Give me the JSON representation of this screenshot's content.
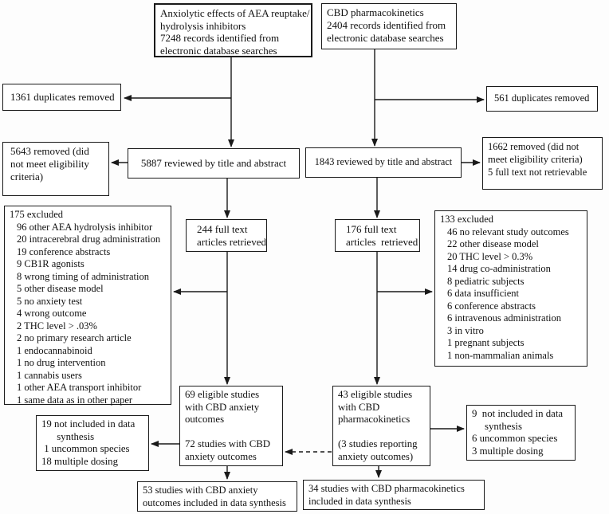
{
  "nodes": {
    "aea_source": {
      "lines": [
        "Anxiolytic effects of AEA reuptake/",
        "hydrolysis inhibitors",
        "7248 records identified from",
        "electronic database searches"
      ]
    },
    "cbd_source": {
      "lines": [
        "CBD pharmacokinetics",
        "2404 records identified from",
        "electronic database searches"
      ]
    },
    "duplicates_left": {
      "lines": [
        "1361 duplicates removed"
      ]
    },
    "duplicates_right": {
      "lines": [
        "561 duplicates removed"
      ]
    },
    "removed_left": {
      "lines": [
        "5643 removed (did",
        "not meet eligibility",
        "criteria)"
      ]
    },
    "reviewed_left": {
      "lines": [
        "5887 reviewed by title and abstract"
      ]
    },
    "reviewed_right": {
      "lines": [
        "1843 reviewed by title and abstract"
      ]
    },
    "removed_right": {
      "lines": [
        "1662 removed (did not",
        "meet eligibility criteria)",
        "5 full text not retrievable"
      ]
    },
    "excluded_left": {
      "title": "175 excluded",
      "items": [
        "96 other AEA hydrolysis inhibitor",
        "20 intracerebral drug administration",
        "19 conference abstracts",
        "9 CB1R agonists",
        "8 wrong timing of administration",
        "5 other disease model",
        "5 no anxiety test",
        "4 wrong outcome",
        "2 THC level > .03%",
        "2 no primary research article",
        "1 endocannabinoid",
        "1 no drug intervention",
        "1 cannabis users",
        "1 other AEA transport inhibitor",
        "1 same data as in other paper"
      ]
    },
    "fulltext_left": {
      "lines": [
        "244 full text",
        "articles retrieved"
      ]
    },
    "fulltext_right": {
      "lines": [
        "176 full text",
        "articles  retrieved"
      ]
    },
    "excluded_right": {
      "title": "133 excluded",
      "items": [
        "46 no relevant study outcomes",
        "22 other disease model",
        "20 THC level > 0.3%",
        "14 drug co-administration",
        "8 pediatric subjects",
        "6 data insufficient",
        "6 conference abstracts",
        "6 intravenous administration",
        "3 in vitro",
        "1 pregnant subjects",
        "1 non-mammalian animals"
      ]
    },
    "eligible_left": {
      "lines": [
        "69 eligible studies",
        "with CBD anxiety",
        "outcomes",
        "",
        "72 studies with CBD",
        "anxiety outcomes"
      ]
    },
    "eligible_right": {
      "lines": [
        "43 eligible studies",
        "with CBD",
        "pharmacokinetics",
        "",
        "(3 studies reporting",
        "anxiety outcomes)"
      ]
    },
    "not_included_left": {
      "lines": [
        "19 not included in data",
        "      synthesis",
        " 1 uncommon species",
        "18 multiple dosing"
      ]
    },
    "not_included_right": {
      "lines": [
        "9  not included in data",
        "     synthesis",
        "6 uncommon species",
        "3 multiple dosing"
      ]
    },
    "synthesis_left": {
      "lines": [
        "53 studies with CBD anxiety",
        "outcomes included in data synthesis"
      ]
    },
    "synthesis_right": {
      "lines": [
        "34 studies with CBD pharmacokinetics",
        "included in data synthesis"
      ]
    }
  },
  "style": {
    "line_color": "#1a1a1a",
    "box_background": "#ffffff"
  }
}
